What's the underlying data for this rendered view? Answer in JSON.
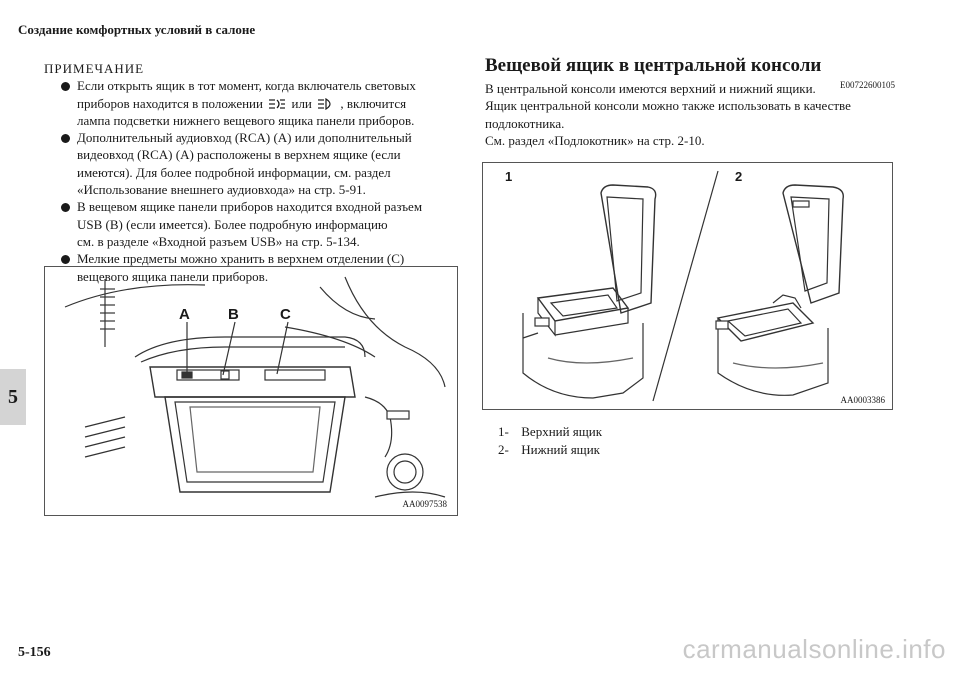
{
  "header": {
    "title": "Создание комфортных условий в салоне"
  },
  "chapter_tab": "5",
  "page_number": "5-156",
  "watermark": "carmanualsonline.info",
  "note": {
    "title": "ПРИМЕЧАНИЕ",
    "bullets": [
      {
        "line1_a": "Если открыть ящик в тот момент, когда включатель световых",
        "line2_a": "приборов находится в положении",
        "line2_b": "или",
        "line2_c": ", включится",
        "line3": "лампа подсветки нижнего вещевого ящика панели приборов."
      },
      {
        "lines": [
          "Дополнительный аудиовход (RCA) (A) или дополнительный",
          "видеовход (RCA) (A) расположены в верхнем ящике (если",
          "имеются).  Для более подробной информации, см. раздел",
          "«Использование внешнего аудиовхода» на стр. 5-91."
        ]
      },
      {
        "lines": [
          "В вещевом ящике панели приборов находится входной разъем",
          "USB (B) (если имеется). Более подробную информацию",
          "см. в разделе «Входной разъем USB» на стр. 5-134."
        ]
      },
      {
        "lines": [
          "Мелкие предметы можно хранить в верхнем отделении (C)",
          "вещевого ящика панели приборов."
        ]
      }
    ]
  },
  "figure1": {
    "labels": [
      "A",
      "B",
      "C"
    ],
    "code": "AA0097538"
  },
  "section": {
    "title": "Вещевой ящик в центральной консоли",
    "code": "E00722600105",
    "paragraph": [
      "В центральной консоли имеются верхний и нижний ящики.",
      "Ящик центральной консоли можно также использовать в качестве",
      "подлокотника.",
      "См. раздел «Подлокотник» на стр. 2-10."
    ]
  },
  "figure2": {
    "labels": [
      "1",
      "2"
    ],
    "code": "AA0003386"
  },
  "legend": [
    {
      "num": "1-",
      "text": "Верхний ящик"
    },
    {
      "num": "2-",
      "text": "Нижний ящик"
    }
  ]
}
